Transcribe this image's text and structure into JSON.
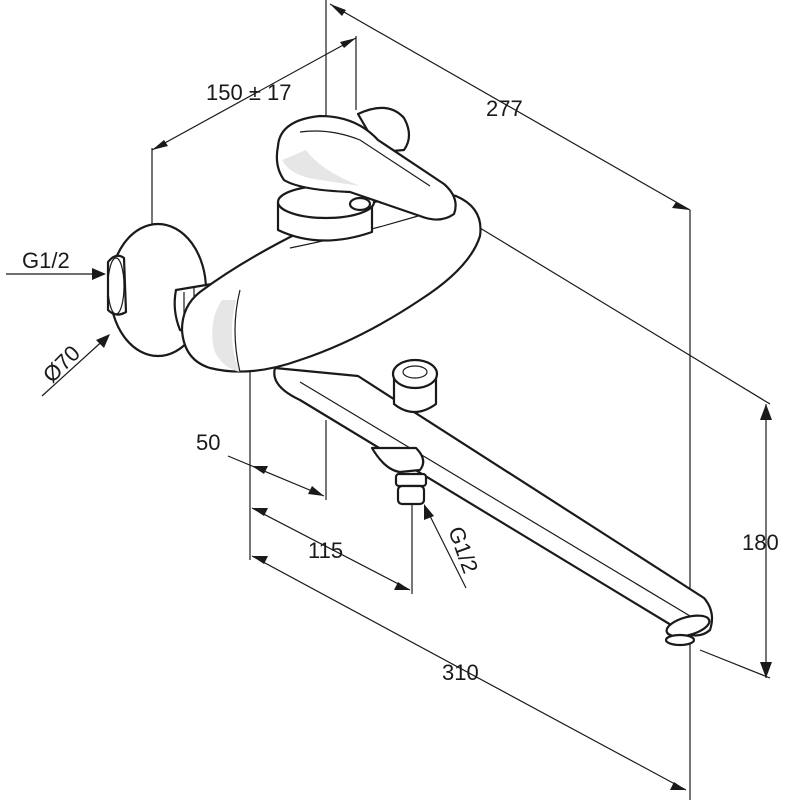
{
  "dimensions": {
    "overall_depth": "277",
    "wall_distance": "150 ± 17",
    "inlet_thread": "G1/2",
    "escutcheon_diameter": "Ø70",
    "body_offset": "50",
    "outlet_offset": "115",
    "outlet_thread": "G1/2",
    "height": "180",
    "spout_length": "310"
  },
  "colors": {
    "line": "#1a1a1a",
    "shade": "#e6e6e6",
    "background": "#ffffff"
  }
}
